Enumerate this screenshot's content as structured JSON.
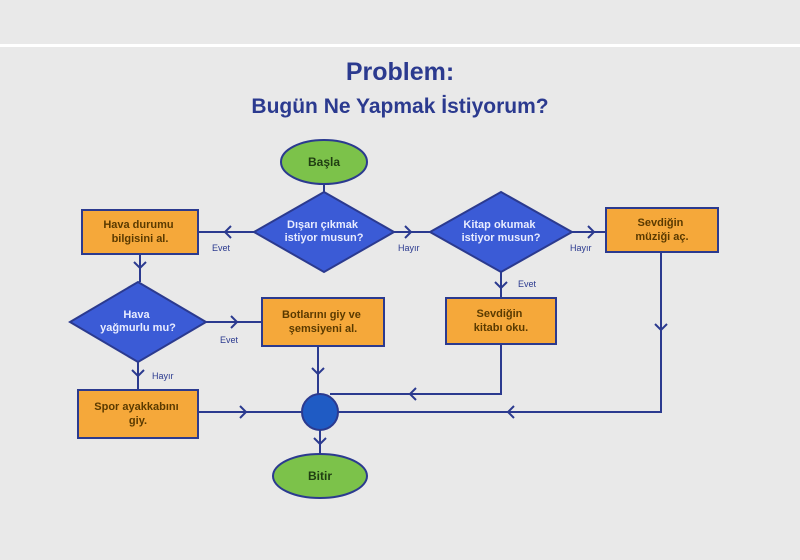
{
  "title": {
    "line1": "Problem:",
    "line2": "Bugün Ne Yapmak İstiyorum?"
  },
  "colors": {
    "decision": "#3b5bd6",
    "process": "#f5a83a",
    "terminal": "#7cc24a",
    "connector": "#1f5bc4",
    "line": "#2b3a8f",
    "title": "#2b3a8f"
  },
  "nodes": {
    "start": [
      "Başla"
    ],
    "go_out": [
      "Dışarı çıkmak",
      "istiyor musun?"
    ],
    "read_book": [
      "Kitap okumak",
      "istiyor musun?"
    ],
    "music": [
      "Sevdiğin",
      "müziği aç."
    ],
    "weather": [
      "Hava durumu",
      "bilgisini al."
    ],
    "rain": [
      "Hava",
      "yağmurlu mu?"
    ],
    "boots": [
      "Botlarını giy ve",
      "şemsiyeni al."
    ],
    "book": [
      "Sevdiğin",
      "kitabı oku."
    ],
    "sneakers": [
      "Spor ayakkabını",
      "giy."
    ],
    "end": [
      "Bitir"
    ]
  },
  "edge_labels": {
    "go_out_yes": "Evet",
    "go_out_no": "Hayır",
    "read_no": "Hayır",
    "read_yes": "Evet",
    "rain_yes": "Evet",
    "rain_no": "Hayır"
  }
}
